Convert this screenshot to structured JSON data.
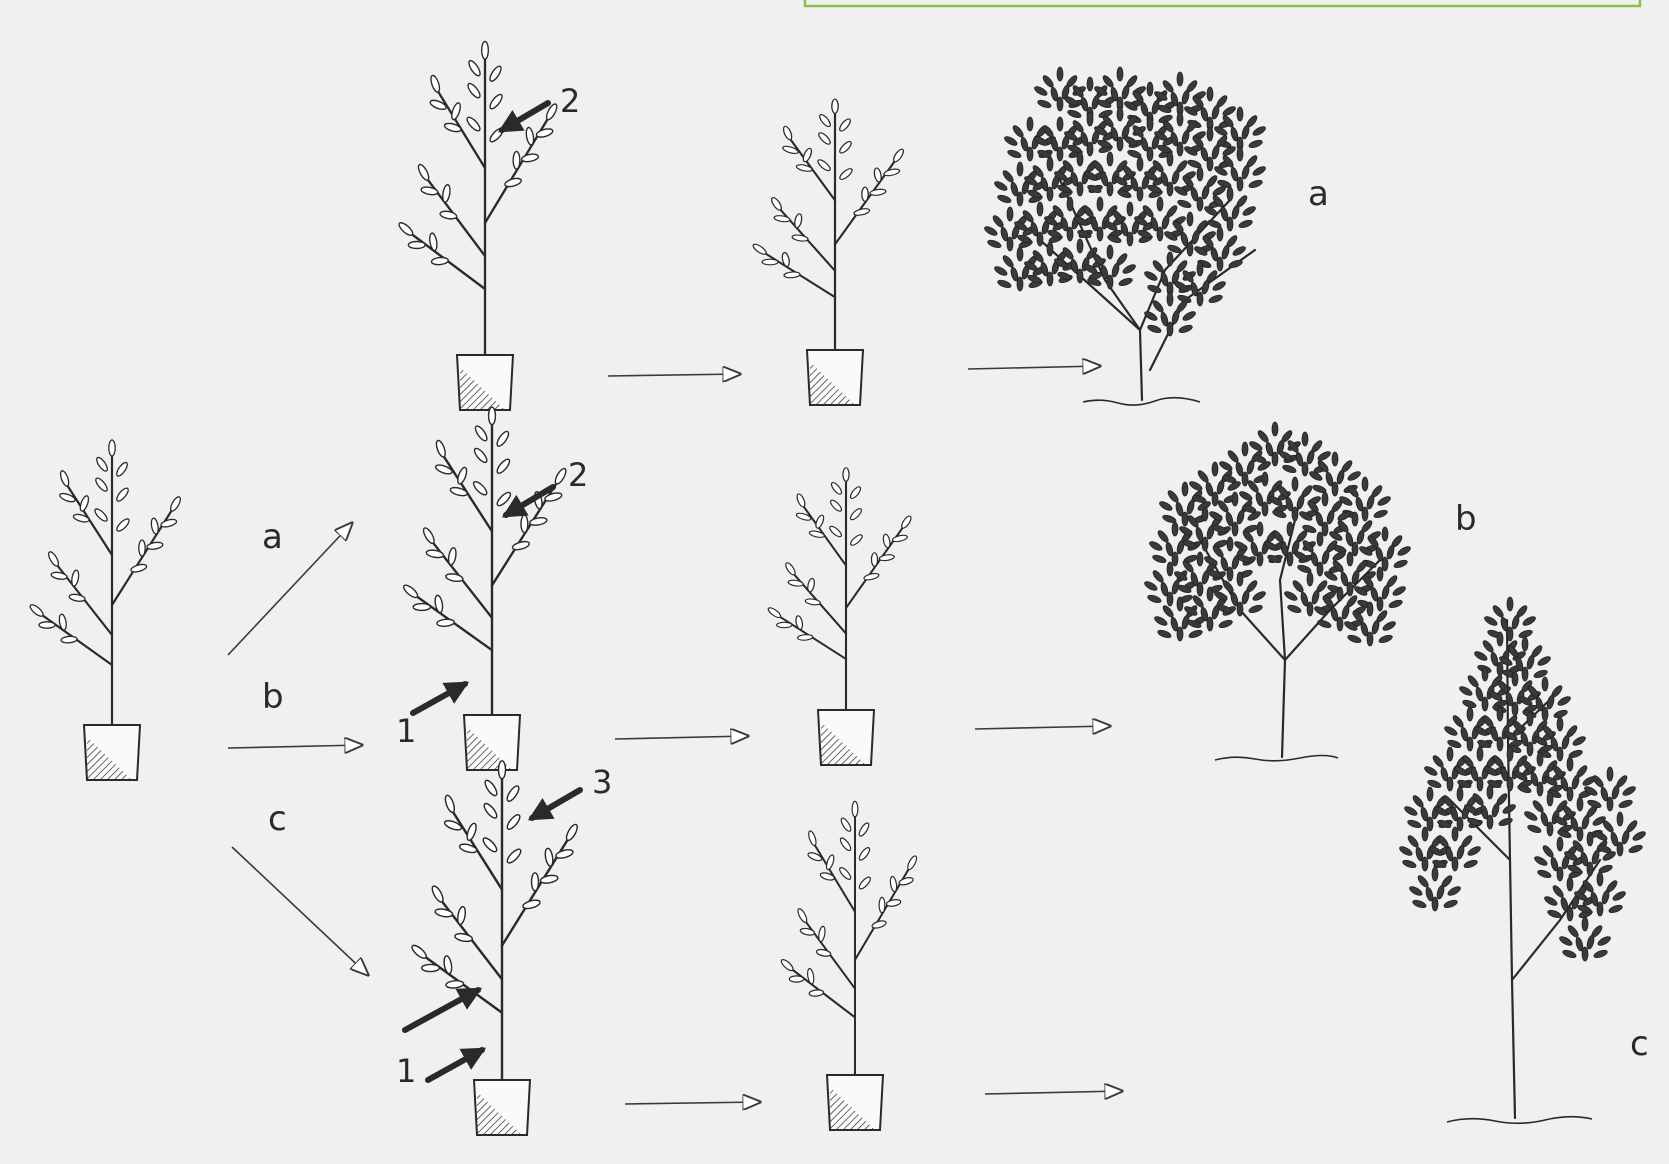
{
  "labels": {
    "path_a": "a",
    "path_b": "b",
    "path_c": "c",
    "result_a": "a",
    "result_b": "b",
    "result_c": "c"
  },
  "cut_marks": {
    "a_top": "2",
    "b_top": "2",
    "b_bottom": "1",
    "c_top": "3",
    "c_bottom": "1"
  },
  "colors": {
    "background": "#f0f0f0",
    "frame_accent": "#8bbf4a",
    "ink": "#2a2a2a"
  }
}
